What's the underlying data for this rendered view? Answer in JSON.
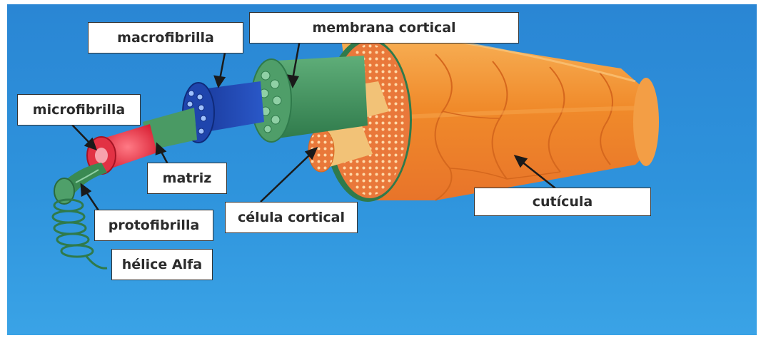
{
  "labels": {
    "membrana_cortical": "membrana cortical",
    "macrofibrilla": "macrofibrilla",
    "microfibrilla": "microfibrilla",
    "matriz": "matriz",
    "celula_cortical": "célula cortical",
    "protofibrilla": "protofibrilla",
    "helice_alfa": "hélice Alfa",
    "cuticula": "cutícula"
  },
  "colors": {
    "background_top": "#2f8fd9",
    "background_bottom": "#3aa3e6",
    "cuticle": "#f08a2a",
    "cuticle_light": "#f8b460",
    "cortex_tan": "#f2c277",
    "cortex_dot": "#e9783a",
    "membrane_green": "#3f8e5c",
    "macrofibril_blue": "#1a3fa8",
    "microfibril_red": "#e23244",
    "helix_green": "#3a8a52",
    "label_text": "#2b2b2b"
  }
}
